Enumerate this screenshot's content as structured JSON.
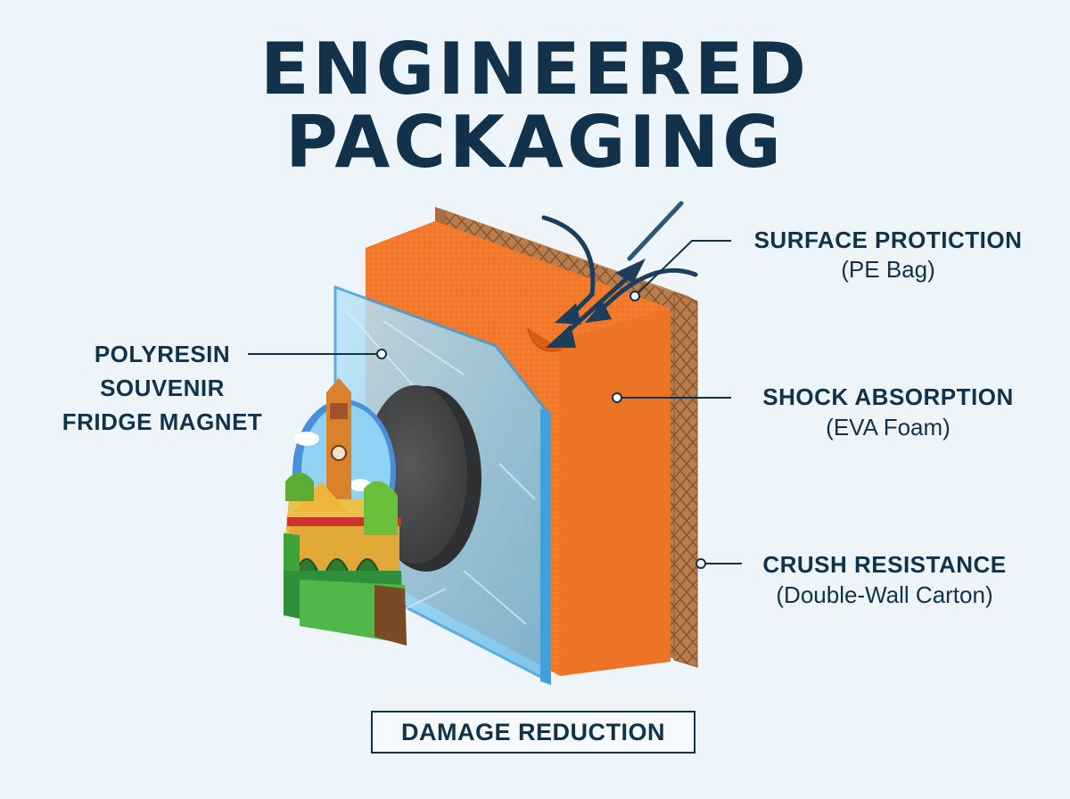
{
  "title_line1": "ENGINEERED",
  "title_line2": "PACKAGING",
  "labels": {
    "surface": {
      "name": "SURFACE PROTІCTION",
      "detail": "(PE Bag)"
    },
    "shock": {
      "name": "SHOCK ABSORPTION",
      "detail": "(EVA Foam)"
    },
    "crush": {
      "name": "CRUSH RESISTANCE",
      "detail": "(Double-Wall Carton)"
    },
    "product": [
      "POLYRESIN",
      "SOUVENIR",
      "FRIDGE MAGNET"
    ]
  },
  "footer_badge": "DAMAGE REDUCTION",
  "colors": {
    "text": "#11324a",
    "background": "#eef5fa",
    "foam": "#f07c2e",
    "carton": "#b5794a",
    "pe_bag": "#7fc7ef",
    "magnet": "#4a4b4d"
  }
}
